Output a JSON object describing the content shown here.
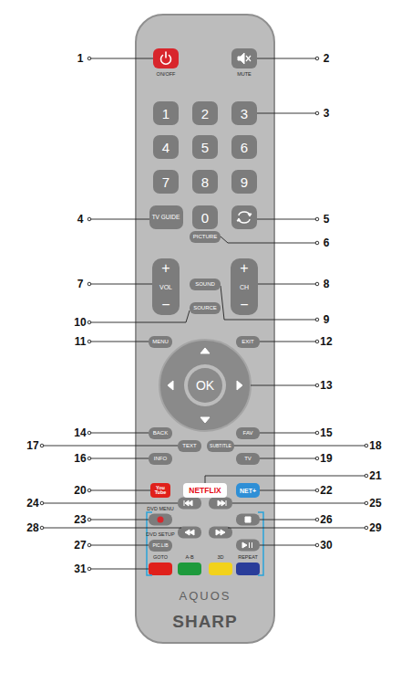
{
  "diagram": {
    "nodes": [
      {
        "text": [
          "AQUOS",
          "SHARP"
        ]
      },
      {
        "text": [
          "1"
        ],
        "in": 0
      },
      {
        "text": [
          "2"
        ],
        "in": 0
      },
      {
        "text": [
          "3"
        ],
        "in": 0
      },
      {
        "text": [
          "4"
        ],
        "in": 0
      },
      {
        "text": [
          "5"
        ],
        "in": 0
      },
      {
        "text": [
          "6"
        ],
        "in": 0
      },
      {
        "text": [
          "7"
        ],
        "in": 0
      },
      {
        "text": [
          "8"
        ],
        "in": 0
      },
      {
        "text": [
          "9"
        ],
        "in": 0
      },
      {
        "text": [
          "TV GUIDE"
        ],
        "in": 0
      },
      {
        "text": [
          "0"
        ],
        "in": 0
      },
      {
        "text": [
          "PICTURE"
        ],
        "in": 0
      },
      {
        "text": [
          "+",
          "VOL",
          "−"
        ],
        "in": 0
      },
      {
        "text": [
          "+",
          "CH",
          "−"
        ],
        "in": 0
      },
      {
        "text": [
          "SOUND"
        ],
        "in": 0
      },
      {
        "text": [
          "SOURCE"
        ],
        "in": 0
      },
      {
        "text": [
          "MENU"
        ],
        "in": 0
      },
      {
        "text": [
          "EXIT"
        ],
        "in": 0
      },
      {
        "text": [
          "OK"
        ],
        "in": 0
      },
      {
        "text": [
          "BACK"
        ],
        "in": 0
      },
      {
        "text": [
          "FAV"
        ],
        "in": 0
      },
      {
        "text": [
          "TEXT"
        ],
        "in": 0
      },
      {
        "text": [
          "SUBTITLE"
        ],
        "in": 0
      },
      {
        "text": [
          "INFO"
        ],
        "in": 0
      },
      {
        "text": [
          "TV"
        ],
        "in": 0
      },
      {
        "text": [
          "You",
          "Tube"
        ],
        "in": 0
      },
      {
        "text": [
          "NETFLIX"
        ],
        "in": 0
      },
      {
        "text": [
          "NET+"
        ],
        "in": 0
      },
      {
        "text": [
          "PIC.LIB"
        ],
        "in": 0
      }
    ],
    "labels": [
      "1",
      "2",
      "3",
      "4",
      "5",
      "6",
      "7",
      "8",
      "9",
      "10",
      "11",
      "12",
      "13",
      "14",
      "15",
      "16",
      "17",
      "18",
      "19",
      "20",
      "21",
      "22",
      "23",
      "24",
      "25",
      "26",
      "27",
      "28",
      "29",
      "30",
      "31",
      "ON/OFF",
      "MUTE",
      "DVD MENU",
      "DVD SETUP",
      "GOTO",
      "A-B",
      "3D",
      "REPEAT"
    ]
  }
}
